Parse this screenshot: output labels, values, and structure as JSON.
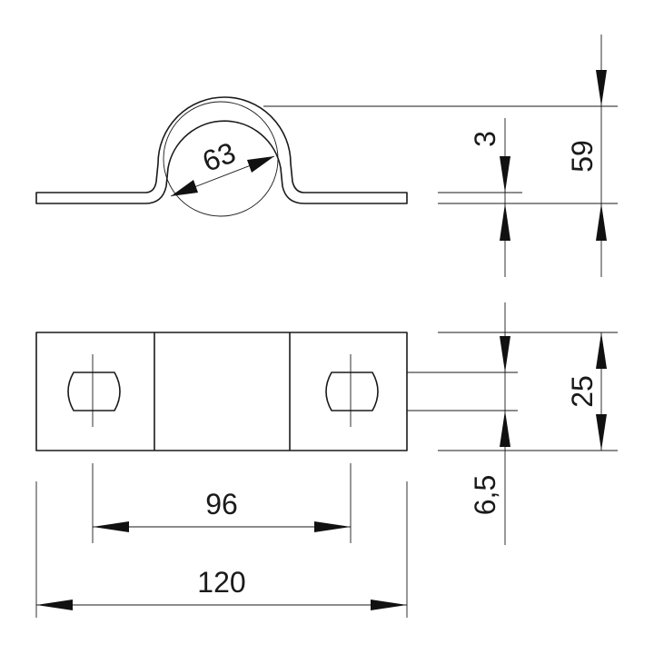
{
  "dimensions": {
    "pipe_diameter": "63",
    "material_thickness": "3",
    "clamp_height": "59",
    "strap_width": "25",
    "hole_width": "6,5",
    "hole_spacing": "96",
    "overall_length": "120"
  }
}
